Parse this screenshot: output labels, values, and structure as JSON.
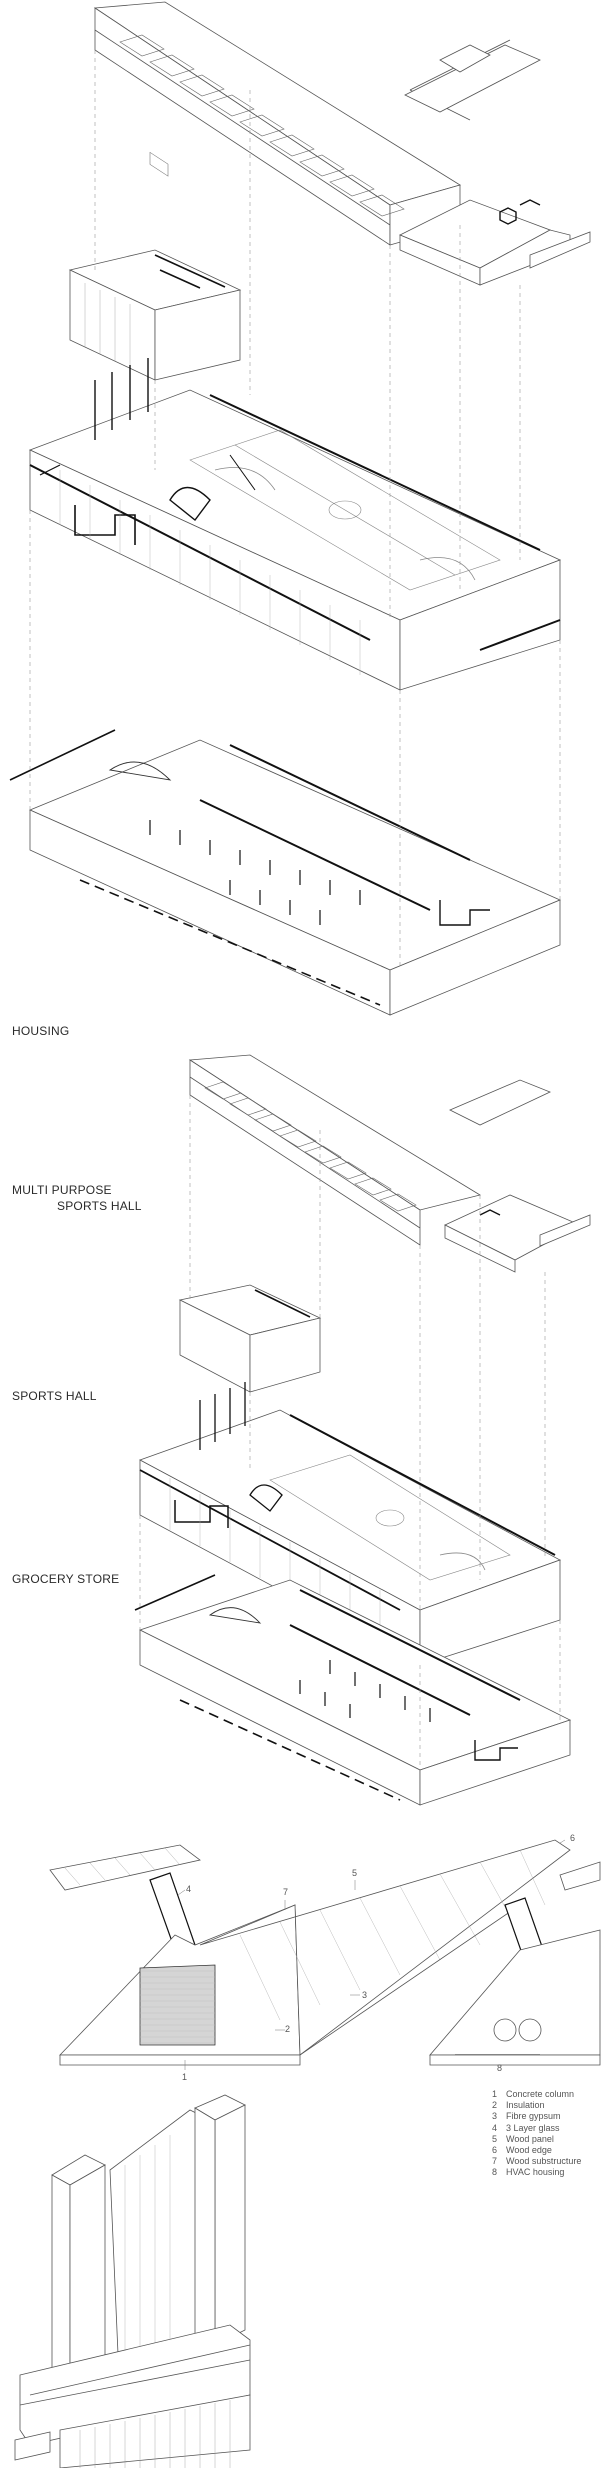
{
  "labels": {
    "housing": "HOUSING",
    "multi_purpose_line1": "MULTI PURPOSE",
    "multi_purpose_line2": "SPORTS HALL",
    "sports_hall": "SPORTS HALL",
    "grocery_store": "GROCERY STORE"
  },
  "section_numbers": {
    "n1": "1",
    "n2": "2",
    "n3": "3",
    "n4": "4",
    "n5": "5",
    "n6": "6",
    "n7": "7",
    "n8": "8"
  },
  "legend": [
    {
      "num": "1",
      "text": "Concrete column"
    },
    {
      "num": "2",
      "text": "Insulation"
    },
    {
      "num": "3",
      "text": "Fibre gypsum"
    },
    {
      "num": "4",
      "text": "3 Layer glass"
    },
    {
      "num": "5",
      "text": "Wood panel"
    },
    {
      "num": "6",
      "text": "Wood edge"
    },
    {
      "num": "7",
      "text": "Wood substructure"
    },
    {
      "num": "8",
      "text": "HVAC housing"
    }
  ],
  "colors": {
    "line": "#555555",
    "heavy": "#111111",
    "fill_grey": "#d5d5d5"
  }
}
